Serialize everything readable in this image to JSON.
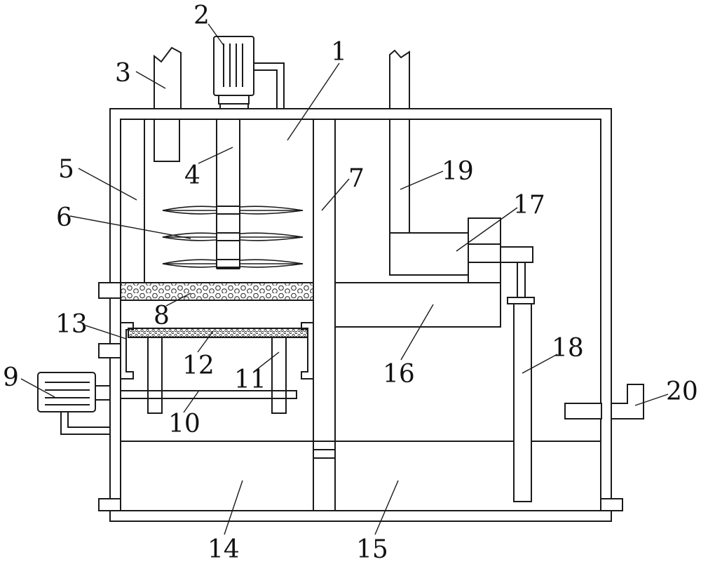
{
  "labels": {
    "l1": "1",
    "l2": "2",
    "l3": "3",
    "l4": "4",
    "l5": "5",
    "l6": "6",
    "l7": "7",
    "l8": "8",
    "l9": "9",
    "l10": "10",
    "l11": "11",
    "l12": "12",
    "l13": "13",
    "l14": "14",
    "l15": "15",
    "l16": "16",
    "l17": "17",
    "l18": "18",
    "l19": "19",
    "l20": "20"
  },
  "colors": {
    "line": "#1a1a1a",
    "background": "#ffffff"
  }
}
